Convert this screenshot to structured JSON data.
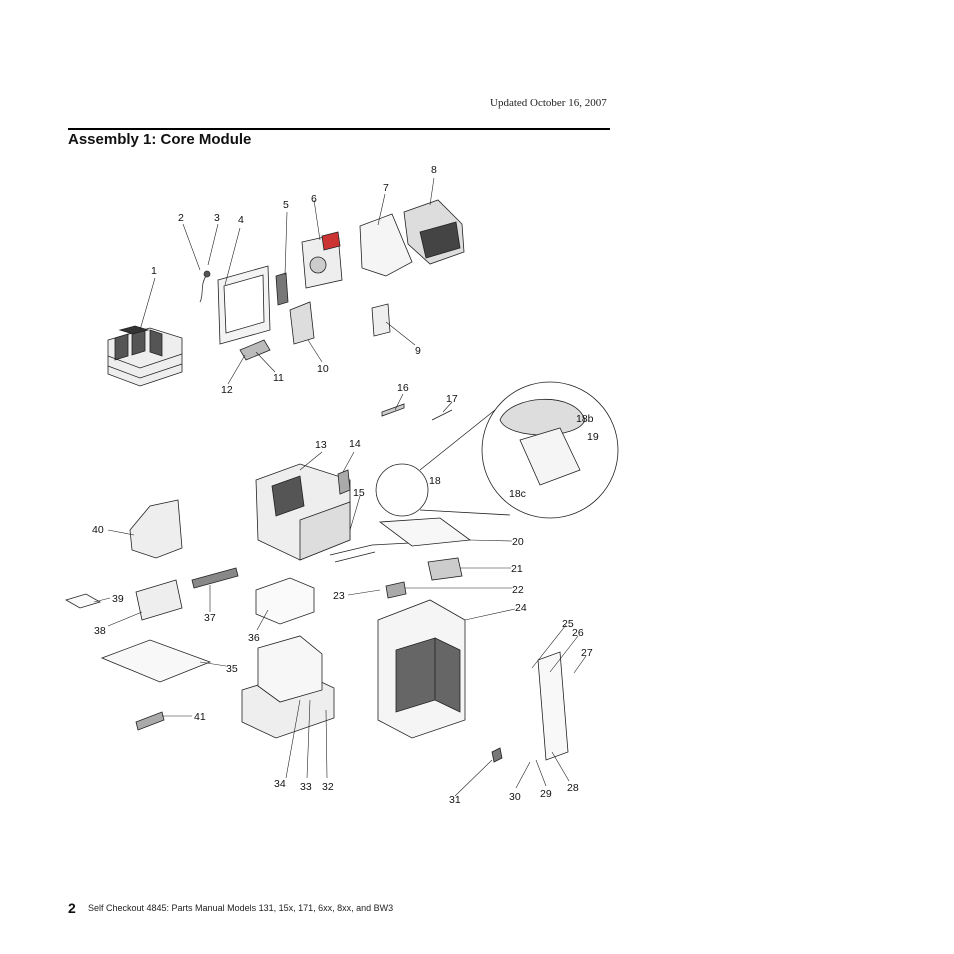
{
  "header": {
    "updated": "Updated October 16, 2007"
  },
  "page_title": "Assembly 1: Core Module",
  "callouts": [
    "1",
    "2",
    "3",
    "4",
    "5",
    "6",
    "7",
    "8",
    "9",
    "10",
    "11",
    "12",
    "13",
    "14",
    "15",
    "16",
    "17",
    "18",
    "18b",
    "18c",
    "19",
    "20",
    "21",
    "22",
    "23",
    "24",
    "25",
    "26",
    "27",
    "28",
    "29",
    "30",
    "31",
    "32",
    "33",
    "34",
    "35",
    "36",
    "37",
    "38",
    "39",
    "40",
    "41"
  ],
  "footer": {
    "page_number": "2",
    "doc_title": "Self Checkout 4845:  Parts Manual Models 131, 15x, 171, 6xx, 8xx, and BW3"
  }
}
